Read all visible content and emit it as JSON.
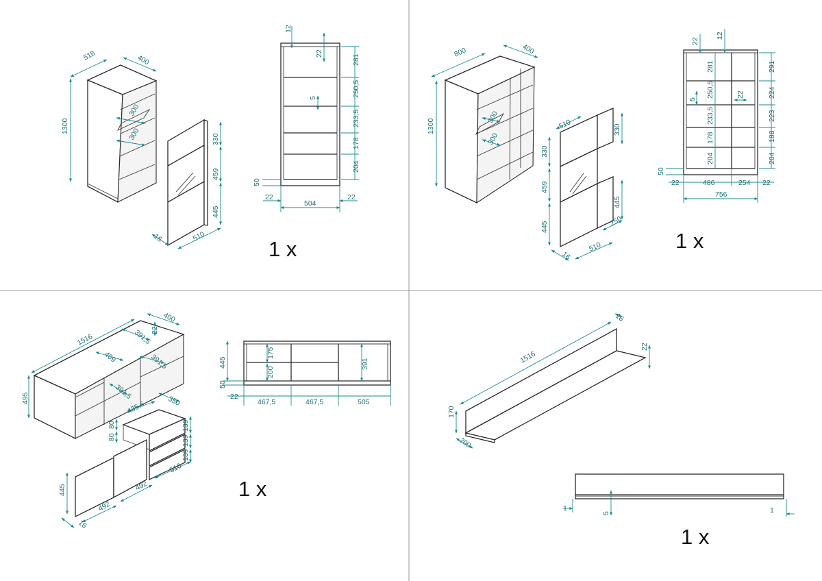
{
  "colors": {
    "dimension": "#1a8a8e",
    "outline": "#2a2a2a",
    "divider": "#9a9a9a"
  },
  "panel_tall": {
    "quantity": "1 x",
    "iso_dims": [
      "518",
      "400",
      "1300",
      "300",
      "300"
    ],
    "door_dims": [
      "330",
      "459",
      "445",
      "16",
      "510"
    ],
    "front_dims": [
      "12",
      "22",
      "281",
      "250,5",
      "5",
      "233,5",
      "178",
      "204",
      "50",
      "22",
      "504",
      "22"
    ]
  },
  "panel_wide": {
    "quantity": "1 x",
    "iso_dims": [
      "800",
      "400",
      "1300",
      "300",
      "300"
    ],
    "door_dims": [
      "510",
      "330",
      "330",
      "459",
      "445",
      "445",
      "250",
      "16",
      "510"
    ],
    "front_dims": [
      "22",
      "12",
      "291",
      "281",
      "224",
      "250,5",
      "5",
      "22",
      "223",
      "233,5",
      "188",
      "178",
      "204",
      "204",
      "50",
      "22",
      "486",
      "254",
      "22",
      "756"
    ]
  },
  "panel_sideboard": {
    "quantity": "1 x",
    "iso_dims": [
      "1516",
      "400",
      "495",
      "22",
      "391,5",
      "409",
      "391,5",
      "391,5"
    ],
    "drawer_dims": [
      "350",
      "435,6",
      "80",
      "80",
      "139",
      "139",
      "139",
      "510"
    ],
    "door_dims": [
      "445",
      "492",
      "492",
      "16"
    ],
    "front_dims": [
      "445",
      "50",
      "175",
      "200",
      "391",
      "22",
      "467,5",
      "467,5",
      "505"
    ]
  },
  "panel_shelf": {
    "quantity": "1 x",
    "iso_dims": [
      "16",
      "1516",
      "22",
      "170",
      "200"
    ],
    "side_dims": [
      "1",
      "5",
      "1"
    ]
  }
}
